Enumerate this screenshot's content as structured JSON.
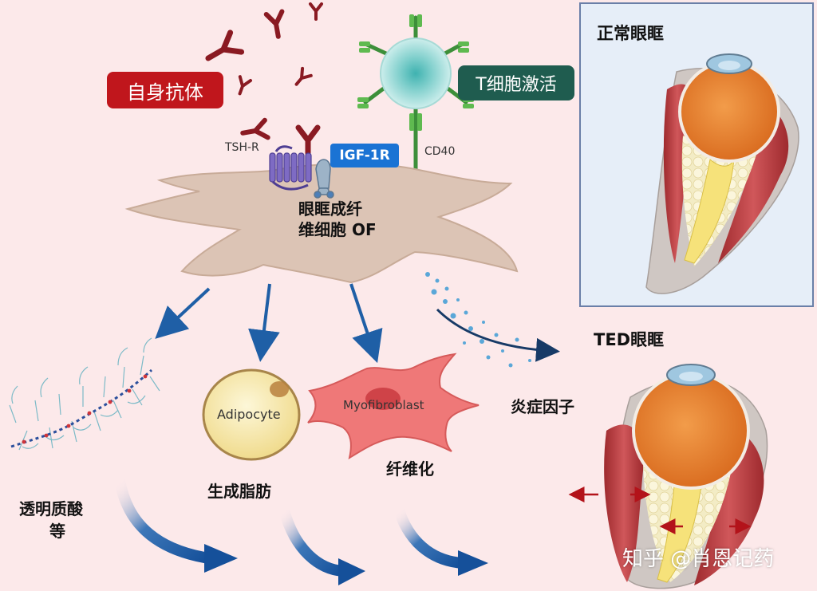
{
  "labels": {
    "autoantibody": "自身抗体",
    "tcell_activation": "T细胞激活",
    "tshr": "TSH-R",
    "igf1r": "IGF-1R",
    "cd40": "CD40",
    "of_line1": "眼眶成纤",
    "of_line2": "维细胞 OF",
    "adipocyte": "Adipocyte",
    "myofibroblast": "Myofibroblast",
    "ha_line1": "透明质酸",
    "ha_line2": "等",
    "adipogenesis": "生成脂肪",
    "fibrosis": "纤维化",
    "inflammatory_factors": "炎症因子",
    "normal_orbit": "正常眼眶",
    "ted_orbit": "TED眼眶",
    "watermark": "知乎 @肖恩记药"
  },
  "colors": {
    "background": "#fce9ea",
    "autoantibody_bg": "#c0161c",
    "tcell_bg": "#1f5c4f",
    "igf1r_bg": "#1a73d4",
    "fibroblast": "#dcc4b5",
    "arrow_blue": "#1f5fa6"
  }
}
